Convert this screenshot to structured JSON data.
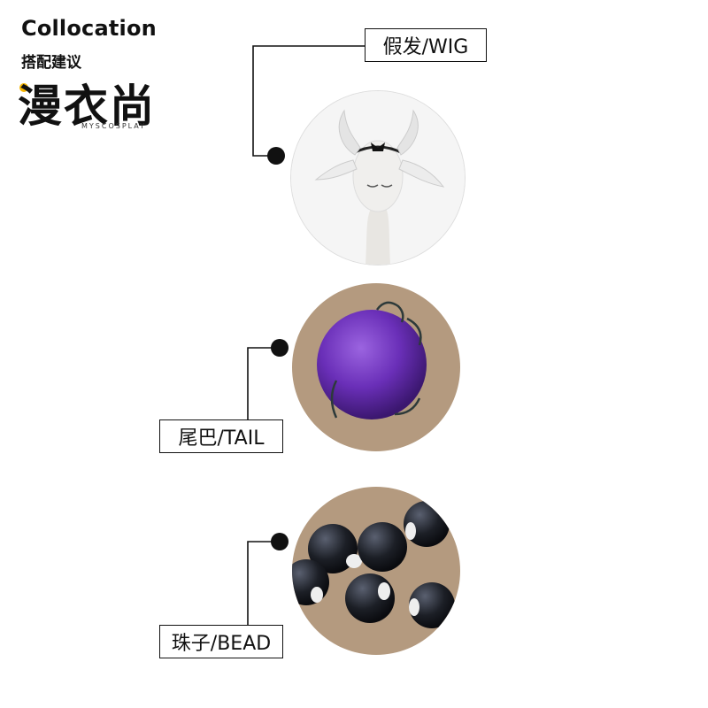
{
  "header": {
    "title": "Collocation",
    "subtitle": "搭配建议"
  },
  "logo": {
    "text": "漫衣尚",
    "sub": "MYSCOSPLAY",
    "accent": "#f5b400"
  },
  "items": [
    {
      "label": "假发/WIG",
      "photo": "horned-headband-photo"
    },
    {
      "label": "尾巴/TAIL",
      "photo": "purple-ball-photo"
    },
    {
      "label": "珠子/BEAD",
      "photo": "black-beads-photo"
    }
  ]
}
